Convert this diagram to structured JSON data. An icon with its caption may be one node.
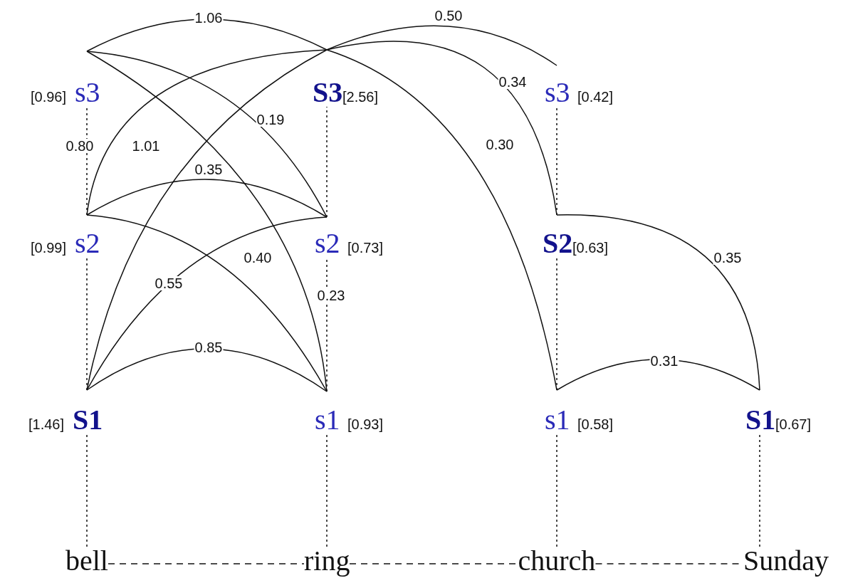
{
  "diagram": {
    "nodes": [
      {
        "text": [
          "s3"
        ],
        "beside": [
          "[0.96]"
        ]
      },
      {
        "text": [
          "S3"
        ],
        "beside": [
          "[2.56]"
        ]
      },
      {
        "text": [
          "s3"
        ],
        "beside": [
          "[0.42]"
        ]
      },
      {
        "text": [
          "s2"
        ],
        "beside": [
          "[0.99]"
        ]
      },
      {
        "text": [
          "s2"
        ],
        "beside": [
          "[0.73]"
        ]
      },
      {
        "text": [
          "S2"
        ],
        "beside": [
          "[0.63]"
        ]
      },
      {
        "text": [
          "S1"
        ],
        "beside": [
          "[1.46]"
        ]
      },
      {
        "text": [
          "s1"
        ],
        "beside": [
          "[0.93]"
        ]
      },
      {
        "text": [
          "s1"
        ],
        "beside": [
          "[0.58]"
        ]
      },
      {
        "text": [
          "S1"
        ],
        "beside": [
          "[0.67]"
        ]
      },
      {
        "text": [
          "bell"
        ]
      },
      {
        "text": [
          "ring"
        ]
      },
      {
        "text": [
          "church"
        ]
      },
      {
        "text": [
          "Sunday"
        ]
      }
    ],
    "edges": [
      {
        "from": 0,
        "to": 1,
        "arrow": "none",
        "label": "1.06"
      },
      {
        "from": 1,
        "to": 2,
        "arrow": "none",
        "label": "0.50"
      },
      {
        "from": 0,
        "to": 4,
        "arrow": "none",
        "label": "0.19"
      },
      {
        "from": 0,
        "to": 7,
        "arrow": "none",
        "label": "0.23"
      },
      {
        "from": 1,
        "to": 3,
        "arrow": "none",
        "label": "0.80"
      },
      {
        "from": 1,
        "to": 6,
        "arrow": "none",
        "label": "1.01"
      },
      {
        "from": 1,
        "to": 5,
        "arrow": "none",
        "label": "0.34"
      },
      {
        "from": 1,
        "to": 8,
        "arrow": "none",
        "label": "0.30"
      },
      {
        "from": 3,
        "to": 4,
        "arrow": "none",
        "label": "0.35"
      },
      {
        "from": 3,
        "to": 7,
        "arrow": "none",
        "label": "0.40"
      },
      {
        "from": 6,
        "to": 4,
        "arrow": "none",
        "label": "0.55"
      },
      {
        "from": 6,
        "to": 7,
        "arrow": "none",
        "label": "0.85"
      },
      {
        "from": 5,
        "to": 9,
        "arrow": "none",
        "label": "0.35"
      },
      {
        "from": 8,
        "to": 9,
        "arrow": "none",
        "label": "0.31"
      },
      {
        "from": 10,
        "to": 11,
        "arrow": "none",
        "style": "dashed"
      },
      {
        "from": 11,
        "to": 12,
        "arrow": "none",
        "style": "dashed"
      },
      {
        "from": 12,
        "to": 13,
        "arrow": "none",
        "style": "dashed"
      },
      {
        "from": 10,
        "to": 6,
        "arrow": "none",
        "style": "dashed"
      },
      {
        "from": 6,
        "to": 3,
        "arrow": "none",
        "style": "dashed"
      },
      {
        "from": 3,
        "to": 0,
        "arrow": "none",
        "style": "dashed"
      },
      {
        "from": 11,
        "to": 7,
        "arrow": "none",
        "style": "dashed"
      },
      {
        "from": 7,
        "to": 4,
        "arrow": "none",
        "style": "dashed"
      },
      {
        "from": 4,
        "to": 1,
        "arrow": "none",
        "style": "dashed"
      },
      {
        "from": 12,
        "to": 8,
        "arrow": "none",
        "style": "dashed"
      },
      {
        "from": 8,
        "to": 5,
        "arrow": "none",
        "style": "dashed"
      },
      {
        "from": 5,
        "to": 2,
        "arrow": "none",
        "style": "dashed"
      },
      {
        "from": 13,
        "to": 9,
        "arrow": "none",
        "style": "dashed"
      }
    ]
  }
}
